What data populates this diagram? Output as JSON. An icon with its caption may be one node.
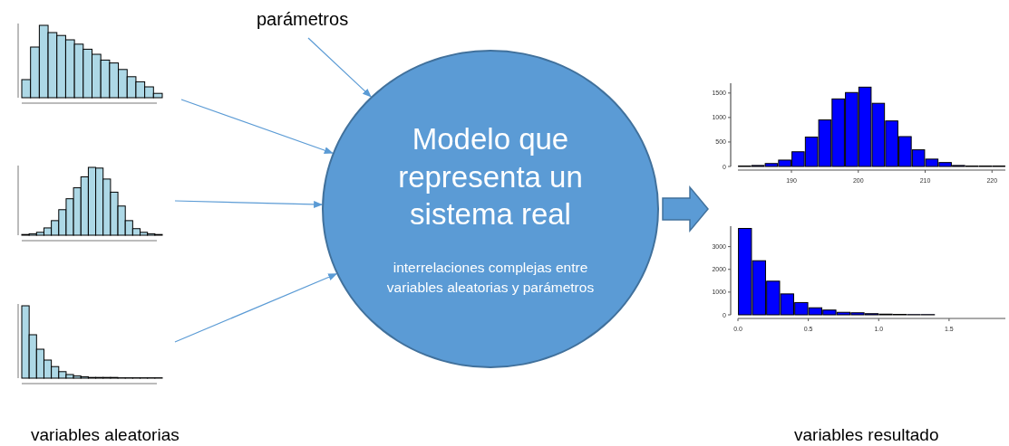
{
  "diagram": {
    "nodes": [
      {
        "text": [
          "parámetros"
        ]
      },
      {
        "text": [],
        "shape": "picture"
      },
      {
        "text": [],
        "shape": "picture"
      },
      {
        "text": [],
        "shape": "picture"
      },
      {
        "text": [
          "Modelo que representa un sistema real",
          "interrelaciones complejas entre variables aleatorias y parámetros"
        ]
      }
    ],
    "edges": [
      {
        "from": 0,
        "to": 4,
        "arrow": "to"
      },
      {
        "from": 1,
        "to": 4,
        "arrow": "to"
      },
      {
        "from": 2,
        "to": 4,
        "arrow": "to"
      },
      {
        "from": 3,
        "to": 4,
        "arrow": "to"
      },
      {
        "from": 4,
        "to": null,
        "arrow": "to",
        "style": "thick"
      }
    ],
    "labels": [
      "variables aleatorias",
      "variables resultado"
    ],
    "chart_data": [
      {
        "type": "bar",
        "x": [
          183,
          185,
          187,
          189,
          191,
          193,
          195,
          197,
          199,
          201,
          203,
          205,
          207,
          209,
          211,
          213,
          215,
          217,
          219,
          221
        ],
        "series": [
          {
            "color": "#0000ff",
            "values": [
              10,
              20,
              60,
              130,
              300,
              600,
              950,
              1380,
              1510,
              1620,
              1290,
              930,
              610,
              340,
              150,
              80,
              20,
              10,
              10,
              10
            ]
          }
        ],
        "xlim": [
          182,
          222
        ],
        "ylim": [
          0,
          1700
        ],
        "xticks": [
          190,
          200,
          210,
          220
        ],
        "yticks": [
          0,
          500,
          1000,
          1500
        ]
      },
      {
        "type": "bar",
        "x": [
          0.05,
          0.15,
          0.25,
          0.35,
          0.45,
          0.55,
          0.65,
          0.75,
          0.85,
          0.95,
          1.05,
          1.15,
          1.25,
          1.35,
          1.45,
          1.55,
          1.65,
          1.75,
          1.85
        ],
        "series": [
          {
            "color": "#0000ff",
            "values": [
              3800,
              2380,
              1480,
              920,
              540,
              310,
              210,
              110,
              90,
              50,
              30,
              20,
              10,
              10,
              0,
              0,
              0,
              0,
              0
            ]
          }
        ],
        "xlim": [
          0,
          1.9
        ],
        "ylim": [
          0,
          3900
        ],
        "xticks": [
          {
            "value": 0,
            "label": "0.0"
          },
          {
            "value": 0.5,
            "label": "0.5"
          },
          {
            "value": 1,
            "label": "1.0"
          },
          {
            "value": 1.5,
            "label": "1.5"
          }
        ],
        "yticks": [
          0,
          1000,
          2000,
          3000
        ]
      }
    ]
  }
}
